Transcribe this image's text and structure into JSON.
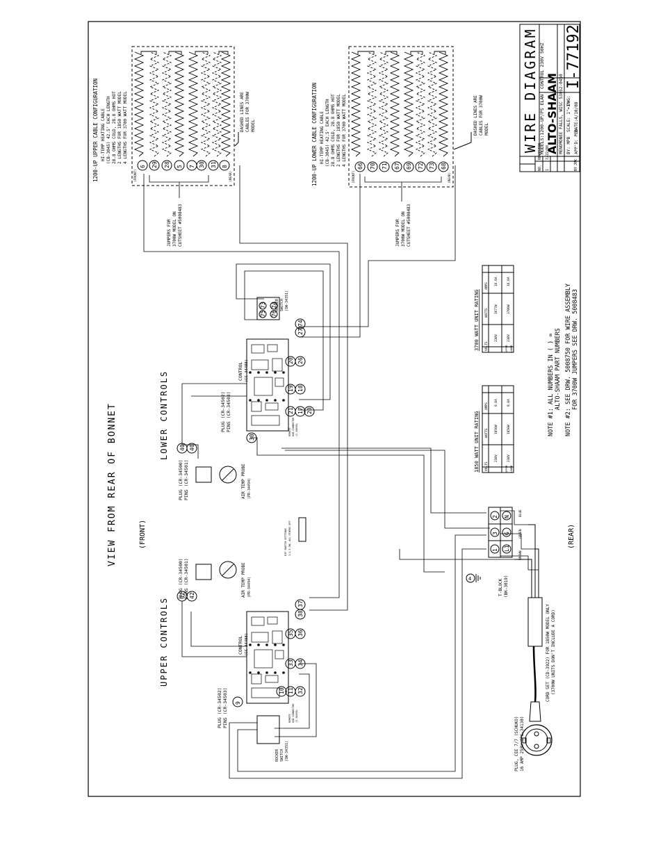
{
  "title_block": {
    "heading": "WIRE DIAGRAM",
    "models": "MODELS:1200-UP/PS ELAN",
    "control": "CONTROL 230V 50HZ",
    "brand": "ALTO-SHAAM",
    "address": "MENOMONEE FALLS, WISC 53052-0450",
    "by": "BY: MPB",
    "scale": "SCALE: 1\"=1\"",
    "dwg_label": "DWG:",
    "drawing_number": "I-77192",
    "date": "DATE:4/10/08",
    "appd": "APP'D: PED",
    "rev_header": [
      "NO.",
      "REVISION",
      "BY"
    ],
    "rev_row": [
      "1",
      "7/22/08",
      "JPK"
    ]
  },
  "headings": {
    "view": "VIEW FROM REAR OF BONNET",
    "front": "(FRONT)",
    "rear": "(REAR)",
    "upper_controls": "UPPER CONTROLS",
    "lower_controls": "LOWER CONTROLS"
  },
  "upper_cable": {
    "lines": [
      "1200-UP UPPER CABLE CONFIGURATION",
      "HI-TEMP HEATING CABLE",
      "(CB-3045) 42.5' EACH LENGTH",
      "28.8 OHMS COLD, 28.8 OHMS HOT",
      "2 LENGTHS FOR 1850 WATT MODEL",
      "4 LENGTHS FOR 3700 WATT MODEL"
    ],
    "dashed_note": [
      "DASHED LINES ARE",
      "CABLES FOR 3700W",
      "MODEL"
    ],
    "jumper_note": [
      "JUMPERS FOR",
      "3700W MODEL ON",
      "CUTSHEET #5008483"
    ],
    "terminals": [
      "6",
      "29",
      "28",
      "5",
      "7",
      "30",
      "31",
      "8"
    ],
    "front": "(FRONT)",
    "rear": "(REAR)"
  },
  "lower_cable": {
    "lines": [
      "1200-UP LOWER CABLE CONFIGURATION",
      "HI-TEMP HEATING CABLE",
      "(CB-3045) 42.5' EACH LENGTH",
      "28.8 OHMS COLD, 28.8 OHMS HOT",
      "2 LENGTHS FOR 1850 WATT MODEL",
      "4 LENGTHS FOR 3700 WATT MODEL"
    ],
    "dashed_note": [
      "DASHED LINES ARE",
      "CABLES FOR 3700W",
      "MODEL"
    ],
    "jumper_note": [
      "JUMPERS FOR",
      "3700W MODEL ON",
      "CUTSHEET #5008483"
    ],
    "terminals": [
      "66",
      "70",
      "71",
      "67",
      "69",
      "72",
      "73",
      "68"
    ],
    "front": "(FRONT)",
    "rear": "(REAR)"
  },
  "lower_section": {
    "rocker": [
      "ROCKER",
      "SWITCH",
      "(SW-34351)"
    ],
    "rocker_pins": [
      "73",
      "74",
      "75",
      "76"
    ],
    "control": [
      "CONTROL",
      "(CC-34488)"
    ],
    "plug": [
      "PLUG (CR-34502)",
      "PINS (CR-34503)"
    ],
    "plug_pins": [
      "40",
      "40"
    ],
    "top_terminals": [
      "27",
      "74"
    ],
    "mid_terminals": [
      "20",
      "26"
    ],
    "low_terminals": [
      "19",
      "18"
    ],
    "bottom_terminals": [
      "21",
      "17",
      "20"
    ],
    "terminal_30": "30",
    "probe_plug": [
      "PLUG (CR-34500)",
      "PINS (CR-34501)"
    ],
    "probe": [
      "AIR TEMP PROBE",
      "(PR-34494)"
    ],
    "connector": [
      "REMOTE",
      "USB CONNECTOR",
      "(C-34499)"
    ]
  },
  "upper_section": {
    "rocker": [
      "ROCKER",
      "SWITCH",
      "(SW-34351)"
    ],
    "control": [
      "CONTROL",
      "(CC-34488)"
    ],
    "plug": [
      "PLUG (CR-34502)",
      "PINS (CR-34503)"
    ],
    "plug_pin": "9",
    "top_terminals": [
      "37",
      "38"
    ],
    "mid_terminals": [
      "35",
      "36"
    ],
    "low_terminals": [
      "33",
      "34"
    ],
    "bottom_terminals": [
      "10",
      "11",
      "32"
    ],
    "probe_plug": [
      "PLUG (CR-34500)",
      "PINS (CR-34501)"
    ],
    "probe": [
      "AIR TEMP PROBE",
      "(PR-34494)"
    ],
    "probe_pins": [
      "42",
      "42"
    ],
    "connector": [
      "REMOTE",
      "USB CONNECTOR",
      "(C-34499)"
    ]
  },
  "dip_switch": [
    "DIP SWITCH SETTINGS",
    "1 & 3 ON, ALL OTHERS OFF"
  ],
  "terminal_block": {
    "label": [
      "T-BLOCK",
      "(BK-3019)"
    ],
    "row_top": [
      "2",
      "N"
    ],
    "row_mid": [
      "3",
      "G"
    ],
    "row_bot": [
      "1",
      "L1"
    ],
    "wire_colors": [
      "BLUE",
      "GREEN",
      "BROWN"
    ],
    "ground": "4"
  },
  "cord": {
    "cord_set": [
      "CORD SET (CD-3922) FOR 1850W MODEL ONLY",
      "(3700W UNITS DON'T INCLUDE A CORD)"
    ],
    "plug": [
      "PLUG, CEE 7/7 (SCHUKO)",
      "16 AMP 250V (PG-34130)"
    ]
  },
  "ratings_1850": {
    "title": "1850 WATT UNIT RATING",
    "headers": [
      "VOLTS",
      "WATTS",
      "AMPS"
    ],
    "rows": [
      [
        "230V",
        "1850W",
        "8.0A"
      ],
      [
        "230V",
        "1850W",
        "8.0A"
      ]
    ],
    "side": [
      "UPPER",
      "LOWER"
    ]
  },
  "ratings_3700": {
    "title": "3700 WATT UNIT RATING",
    "headers": [
      "VOLTS",
      "WATTS",
      "AMPS"
    ],
    "rows": [
      [
        "230V",
        "3677W",
        "16.0A"
      ],
      [
        "230V",
        "3700W",
        "16.0A"
      ]
    ],
    "side": [
      "UPPER",
      "LOWER"
    ]
  },
  "notes": {
    "note1": [
      "NOTE #1: ALL NUMBERS IN ( ) =",
      "ALTO-SHAAM PART NUMBERS"
    ],
    "note2": [
      "NOTE #2: SEE DRW. 5008750 FOR WIRE ASSEMBLY",
      "FOR 3700W JUMPERS SEE DRW. 5008483"
    ]
  }
}
